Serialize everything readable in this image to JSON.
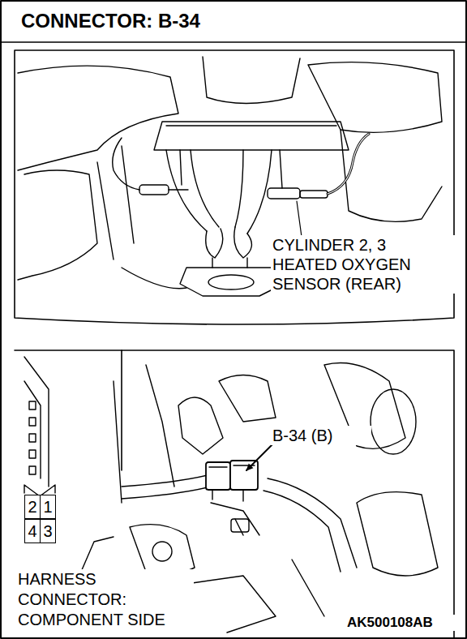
{
  "diagram": {
    "title": "CONNECTOR: B-34",
    "nodes": [
      {
        "text": [
          "2"
        ]
      },
      {
        "text": [
          "1"
        ]
      },
      {
        "text": [
          "4"
        ]
      },
      {
        "text": [
          "3"
        ]
      }
    ],
    "labels": [
      "CYLINDER 2, 3 HEATED OXYGEN SENSOR (REAR)",
      "B-34 (B)",
      "HARNESS CONNECTOR: COMPONENT SIDE",
      "AK500108AB"
    ]
  }
}
